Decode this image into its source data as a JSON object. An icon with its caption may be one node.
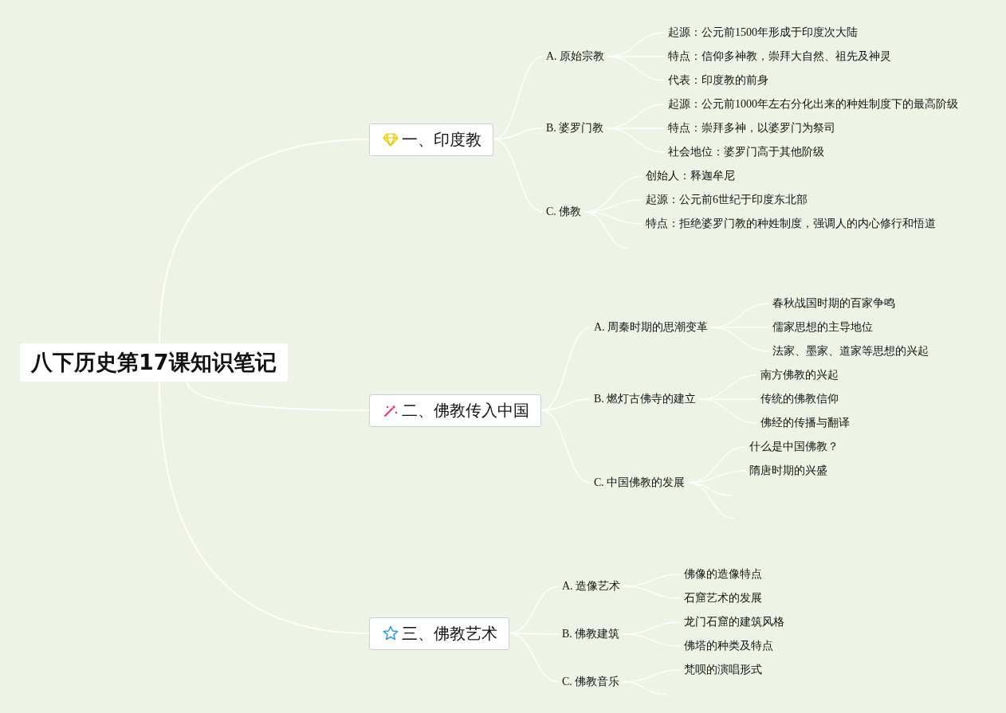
{
  "diagram": {
    "nodes": [
      {
        "text": [
          "八下历史第17课知识笔记"
        ]
      },
      {
        "text": [
          "一、印度教"
        ]
      },
      {
        "text": [
          "A. 原始宗教"
        ]
      },
      {
        "text": [
          "起源：公元前1500年形成于印度次大陆"
        ]
      },
      {
        "text": [
          "特点：信仰多神教，崇拜大自然、祖先及神灵"
        ]
      },
      {
        "text": [
          "代表：印度教的前身"
        ]
      },
      {
        "text": [
          "B. 婆罗门教"
        ]
      },
      {
        "text": [
          "起源：公元前1000年左右分化出来的种姓制度下的最高阶级"
        ]
      },
      {
        "text": [
          "特点：崇拜多神，以婆罗门为祭司"
        ]
      },
      {
        "text": [
          "社会地位：婆罗门高于其他阶级"
        ]
      },
      {
        "text": [
          "C. 佛教"
        ]
      },
      {
        "text": [
          "创始人：释迦牟尼"
        ]
      },
      {
        "text": [
          "起源：公元前6世纪于印度东北部"
        ]
      },
      {
        "text": [
          "特点：拒绝婆罗门教的种姓制度，强调人的内心修行和悟道"
        ]
      },
      {
        "text": [
          "二、佛教传入中国"
        ]
      },
      {
        "text": [
          "A. 周秦时期的思潮变革"
        ]
      },
      {
        "text": [
          "春秋战国时期的百家争鸣"
        ]
      },
      {
        "text": [
          "儒家思想的主导地位"
        ]
      },
      {
        "text": [
          "法家、墨家、道家等思想的兴起"
        ]
      },
      {
        "text": [
          "B. 燃灯古佛寺的建立"
        ]
      },
      {
        "text": [
          "南方佛教的兴起"
        ]
      },
      {
        "text": [
          "传统的佛教信仰"
        ]
      },
      {
        "text": [
          "佛经的传播与翻译"
        ]
      },
      {
        "text": [
          "C. 中国佛教的发展"
        ]
      },
      {
        "text": [
          "什么是中国佛教？"
        ]
      },
      {
        "text": [
          "隋唐时期的兴盛"
        ]
      },
      {
        "text": [
          "三、佛教艺术"
        ]
      },
      {
        "text": [
          "A. 造像艺术"
        ]
      },
      {
        "text": [
          "佛像的造像特点"
        ]
      },
      {
        "text": [
          "石窟艺术的发展"
        ]
      },
      {
        "text": [
          "B. 佛教建筑"
        ]
      },
      {
        "text": [
          "龙门石窟的建筑风格"
        ]
      },
      {
        "text": [
          "佛塔的种类及特点"
        ]
      },
      {
        "text": [
          "C. 佛教音乐"
        ]
      },
      {
        "text": [
          "梵呗的演唱形式"
        ]
      }
    ],
    "edges": [
      {
        "from": 0,
        "to": 1,
        "arrow": "none"
      },
      {
        "from": 1,
        "to": 2,
        "arrow": "none"
      },
      {
        "from": 2,
        "to": 3,
        "arrow": "none"
      },
      {
        "from": 2,
        "to": 4,
        "arrow": "none"
      },
      {
        "from": 2,
        "to": 5,
        "arrow": "none"
      },
      {
        "from": 1,
        "to": 6,
        "arrow": "none"
      },
      {
        "from": 6,
        "to": 7,
        "arrow": "none"
      },
      {
        "from": 6,
        "to": 8,
        "arrow": "none"
      },
      {
        "from": 6,
        "to": 9,
        "arrow": "none"
      },
      {
        "from": 1,
        "to": 10,
        "arrow": "none"
      },
      {
        "from": 10,
        "to": 11,
        "arrow": "none"
      },
      {
        "from": 10,
        "to": 12,
        "arrow": "none"
      },
      {
        "from": 10,
        "to": 13,
        "arrow": "none"
      },
      {
        "from": 10,
        "to": null,
        "arrow": "none"
      },
      {
        "from": 0,
        "to": 14,
        "arrow": "none"
      },
      {
        "from": 14,
        "to": 15,
        "arrow": "none"
      },
      {
        "from": 15,
        "to": 16,
        "arrow": "none"
      },
      {
        "from": 15,
        "to": 17,
        "arrow": "none"
      },
      {
        "from": 15,
        "to": 18,
        "arrow": "none"
      },
      {
        "from": 14,
        "to": 19,
        "arrow": "none"
      },
      {
        "from": 19,
        "to": 20,
        "arrow": "none"
      },
      {
        "from": 19,
        "to": 21,
        "arrow": "none"
      },
      {
        "from": 19,
        "to": 22,
        "arrow": "none"
      },
      {
        "from": 14,
        "to": 23,
        "arrow": "none"
      },
      {
        "from": 23,
        "to": 24,
        "arrow": "none"
      },
      {
        "from": 23,
        "to": 25,
        "arrow": "none"
      },
      {
        "from": 23,
        "to": null,
        "arrow": "none"
      },
      {
        "from": 23,
        "to": null,
        "arrow": "none"
      },
      {
        "from": 0,
        "to": 26,
        "arrow": "none"
      },
      {
        "from": 26,
        "to": 27,
        "arrow": "none"
      },
      {
        "from": 27,
        "to": 28,
        "arrow": "none"
      },
      {
        "from": 27,
        "to": 29,
        "arrow": "none"
      },
      {
        "from": 26,
        "to": 30,
        "arrow": "none"
      },
      {
        "from": 30,
        "to": 31,
        "arrow": "none"
      },
      {
        "from": 30,
        "to": 32,
        "arrow": "none"
      },
      {
        "from": 26,
        "to": 33,
        "arrow": "none"
      },
      {
        "from": 33,
        "to": 34,
        "arrow": "none"
      },
      {
        "from": 33,
        "to": null,
        "arrow": "none"
      }
    ]
  }
}
